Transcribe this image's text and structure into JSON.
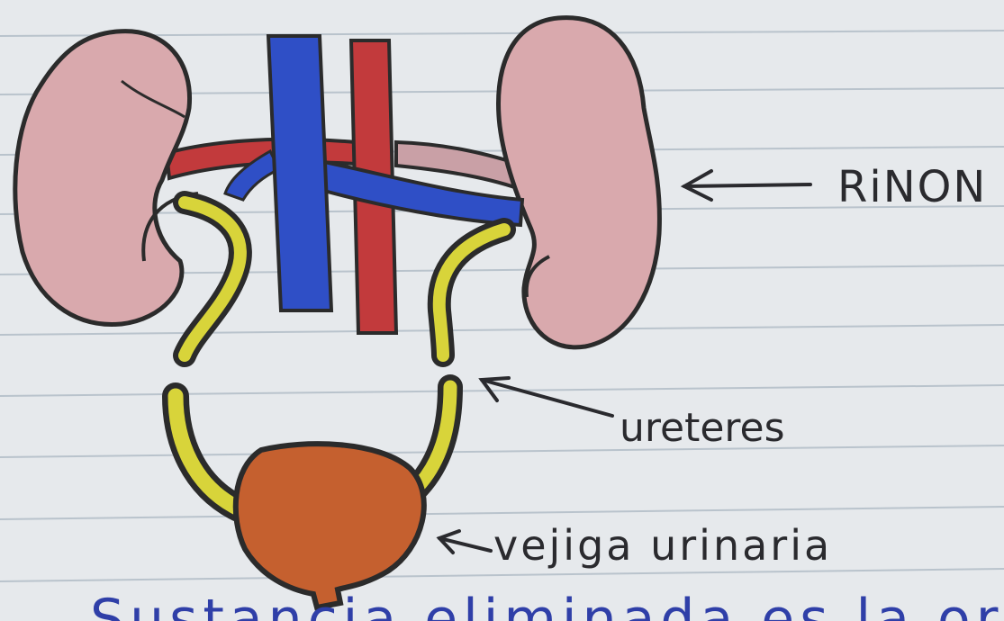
{
  "labels": {
    "kidney": "RiNON",
    "ureters": "ureteres",
    "bladder": "vejiga urinaria",
    "bottom_line": "Sustancia eliminada es la orina"
  },
  "colors": {
    "paper": "#e6e9ec",
    "ruling": "#b9c3cc",
    "kidney": "#d9a9ad",
    "vein": "#2f4fc6",
    "artery": "#c23a3c",
    "ureter": "#d8d43a",
    "bladder": "#c5602f",
    "outline": "#2b2b2b",
    "bottom_text": "#2f3fa8"
  }
}
